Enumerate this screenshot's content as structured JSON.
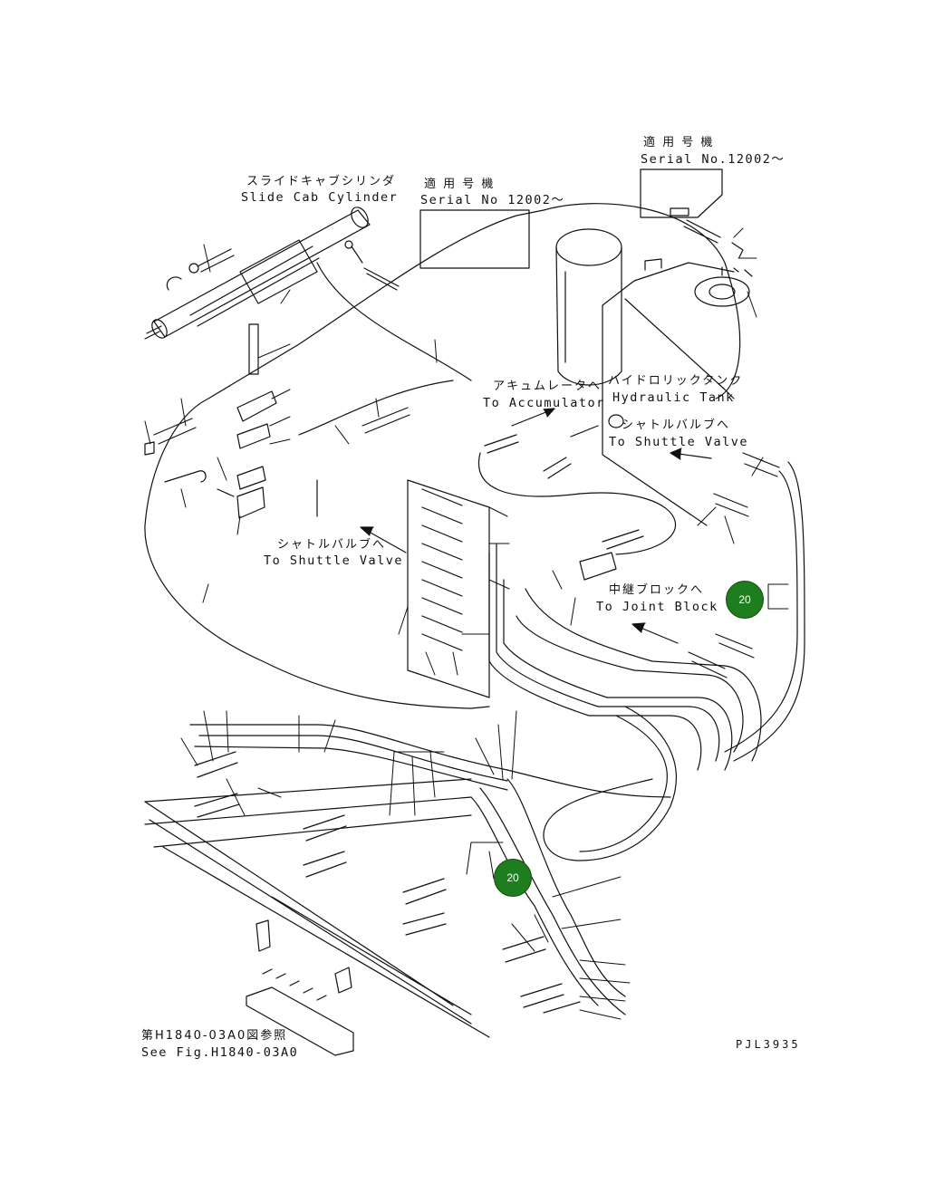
{
  "labels": {
    "serial_right_jp": "適 用 号 機",
    "serial_right_en": "Serial No.12002～",
    "slide_cab_jp": "スライドキャブシリンダ",
    "slide_cab_en": "Slide Cab Cylinder",
    "serial_left_jp": "適 用 号 機",
    "serial_left_en": "Serial No 12002～",
    "accumulator_jp": "アキュムレータへ",
    "accumulator_en": "To Accumulator",
    "hydraulic_tank_jp": "ハイドロリックタンク",
    "hydraulic_tank_en": "Hydraulic Tank",
    "shuttle_right_jp": "シャトルバルブへ",
    "shuttle_right_en": "To Shuttle Valve",
    "shuttle_left_jp": "シャトルバルブへ",
    "shuttle_left_en": "To Shuttle Valve",
    "joint_block_jp": "中継ブロックへ",
    "joint_block_en": "To Joint Block",
    "see_fig_jp": "第H1840-03A0図参照",
    "see_fig_en": "See Fig.H1840-03A0",
    "drawing_code": "PJL3935"
  },
  "callouts": [
    {
      "id": "callout-right",
      "number": "20"
    },
    {
      "id": "callout-center",
      "number": "20"
    }
  ],
  "colors": {
    "line": "#111111",
    "callout_fill": "#1e7d1e",
    "callout_text": "#ffffff"
  }
}
